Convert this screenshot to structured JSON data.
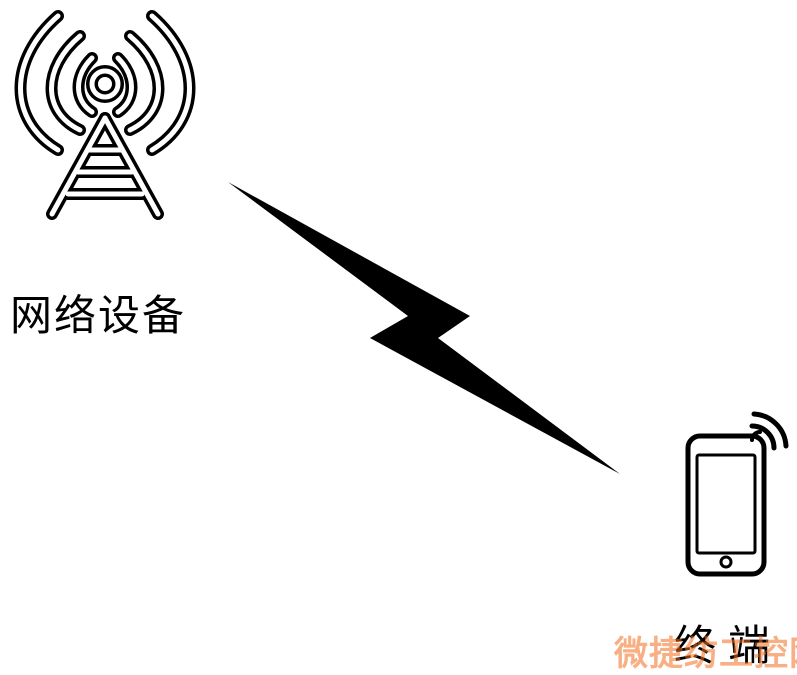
{
  "labels": {
    "network_device": "网络设备",
    "terminal": "终端"
  },
  "watermark": {
    "text": "微捷纺工控网"
  },
  "colors": {
    "stroke": "#000000",
    "background": "#ffffff",
    "watermark": "#f06e1e"
  },
  "icons": {
    "tower": "cell-tower-icon",
    "link": "lightning-bolt-icon",
    "phone": "smartphone-icon"
  }
}
